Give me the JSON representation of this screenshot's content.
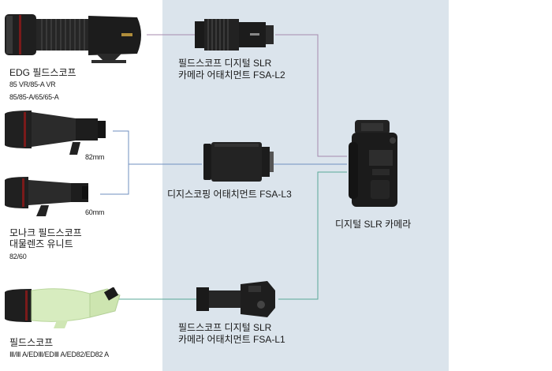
{
  "scopes": {
    "edg": {
      "name": "EDG 필드스코프",
      "models_line1": "85 VR/85-A VR",
      "models_line2": "85/85-A/65/65-A"
    },
    "size_82": "82mm",
    "size_60": "60mm",
    "monarch": {
      "name_line1": "모나크 필드스코프",
      "name_line2": "대물렌즈 유니트",
      "models": "82/60"
    },
    "fieldscope": {
      "name": "필드스코프",
      "models": "Ⅲ/Ⅲ A/EDⅢ/EDⅢ A/ED82/ED82 A"
    }
  },
  "attachments": {
    "fsa_l2": {
      "line1": "필드스코프 디지털 SLR",
      "line2": "카메라 어태치먼트 FSA-L2"
    },
    "fsa_l3": {
      "line1": "디지스코핑 어태치먼트 FSA-L3"
    },
    "fsa_l1": {
      "line1": "필드스코프 디지털 SLR",
      "line2": "카메라 어태치먼트 FSA-L1"
    }
  },
  "camera": {
    "label": "디지털 SLR 카메라"
  },
  "colors": {
    "panel": "#dbe4ec",
    "line_purple": "#a48aae",
    "line_blue": "#6f8fbf",
    "line_teal": "#5aa898",
    "lens_green": "#d7ecbf",
    "body_dark": "#1d1d1d"
  }
}
